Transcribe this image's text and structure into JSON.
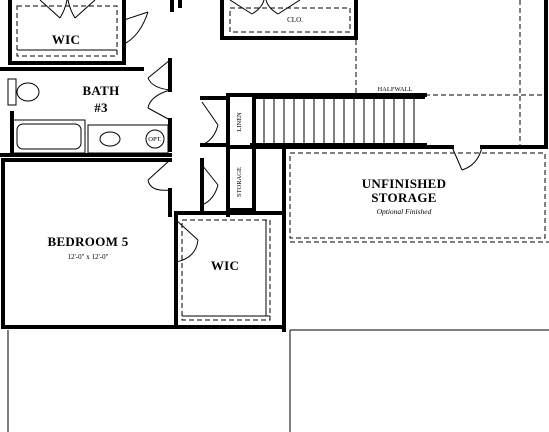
{
  "plan": {
    "rooms": {
      "wic_top": "WIC",
      "clo": "CLO.",
      "bath_line1": "BATH",
      "bath_line2": "#3",
      "opt": "OPT.",
      "halfwall": "HALFWALL",
      "linen": "LINEN",
      "storage": "STORAGE",
      "unfinished_line1": "UNFINISHED",
      "unfinished_line2": "STORAGE",
      "unfinished_note": "Optional Finished",
      "bedroom_name": "BEDROOM 5",
      "bedroom_dims": "12'-0\" x 12'-0\"",
      "wic_bottom": "WIC"
    }
  }
}
